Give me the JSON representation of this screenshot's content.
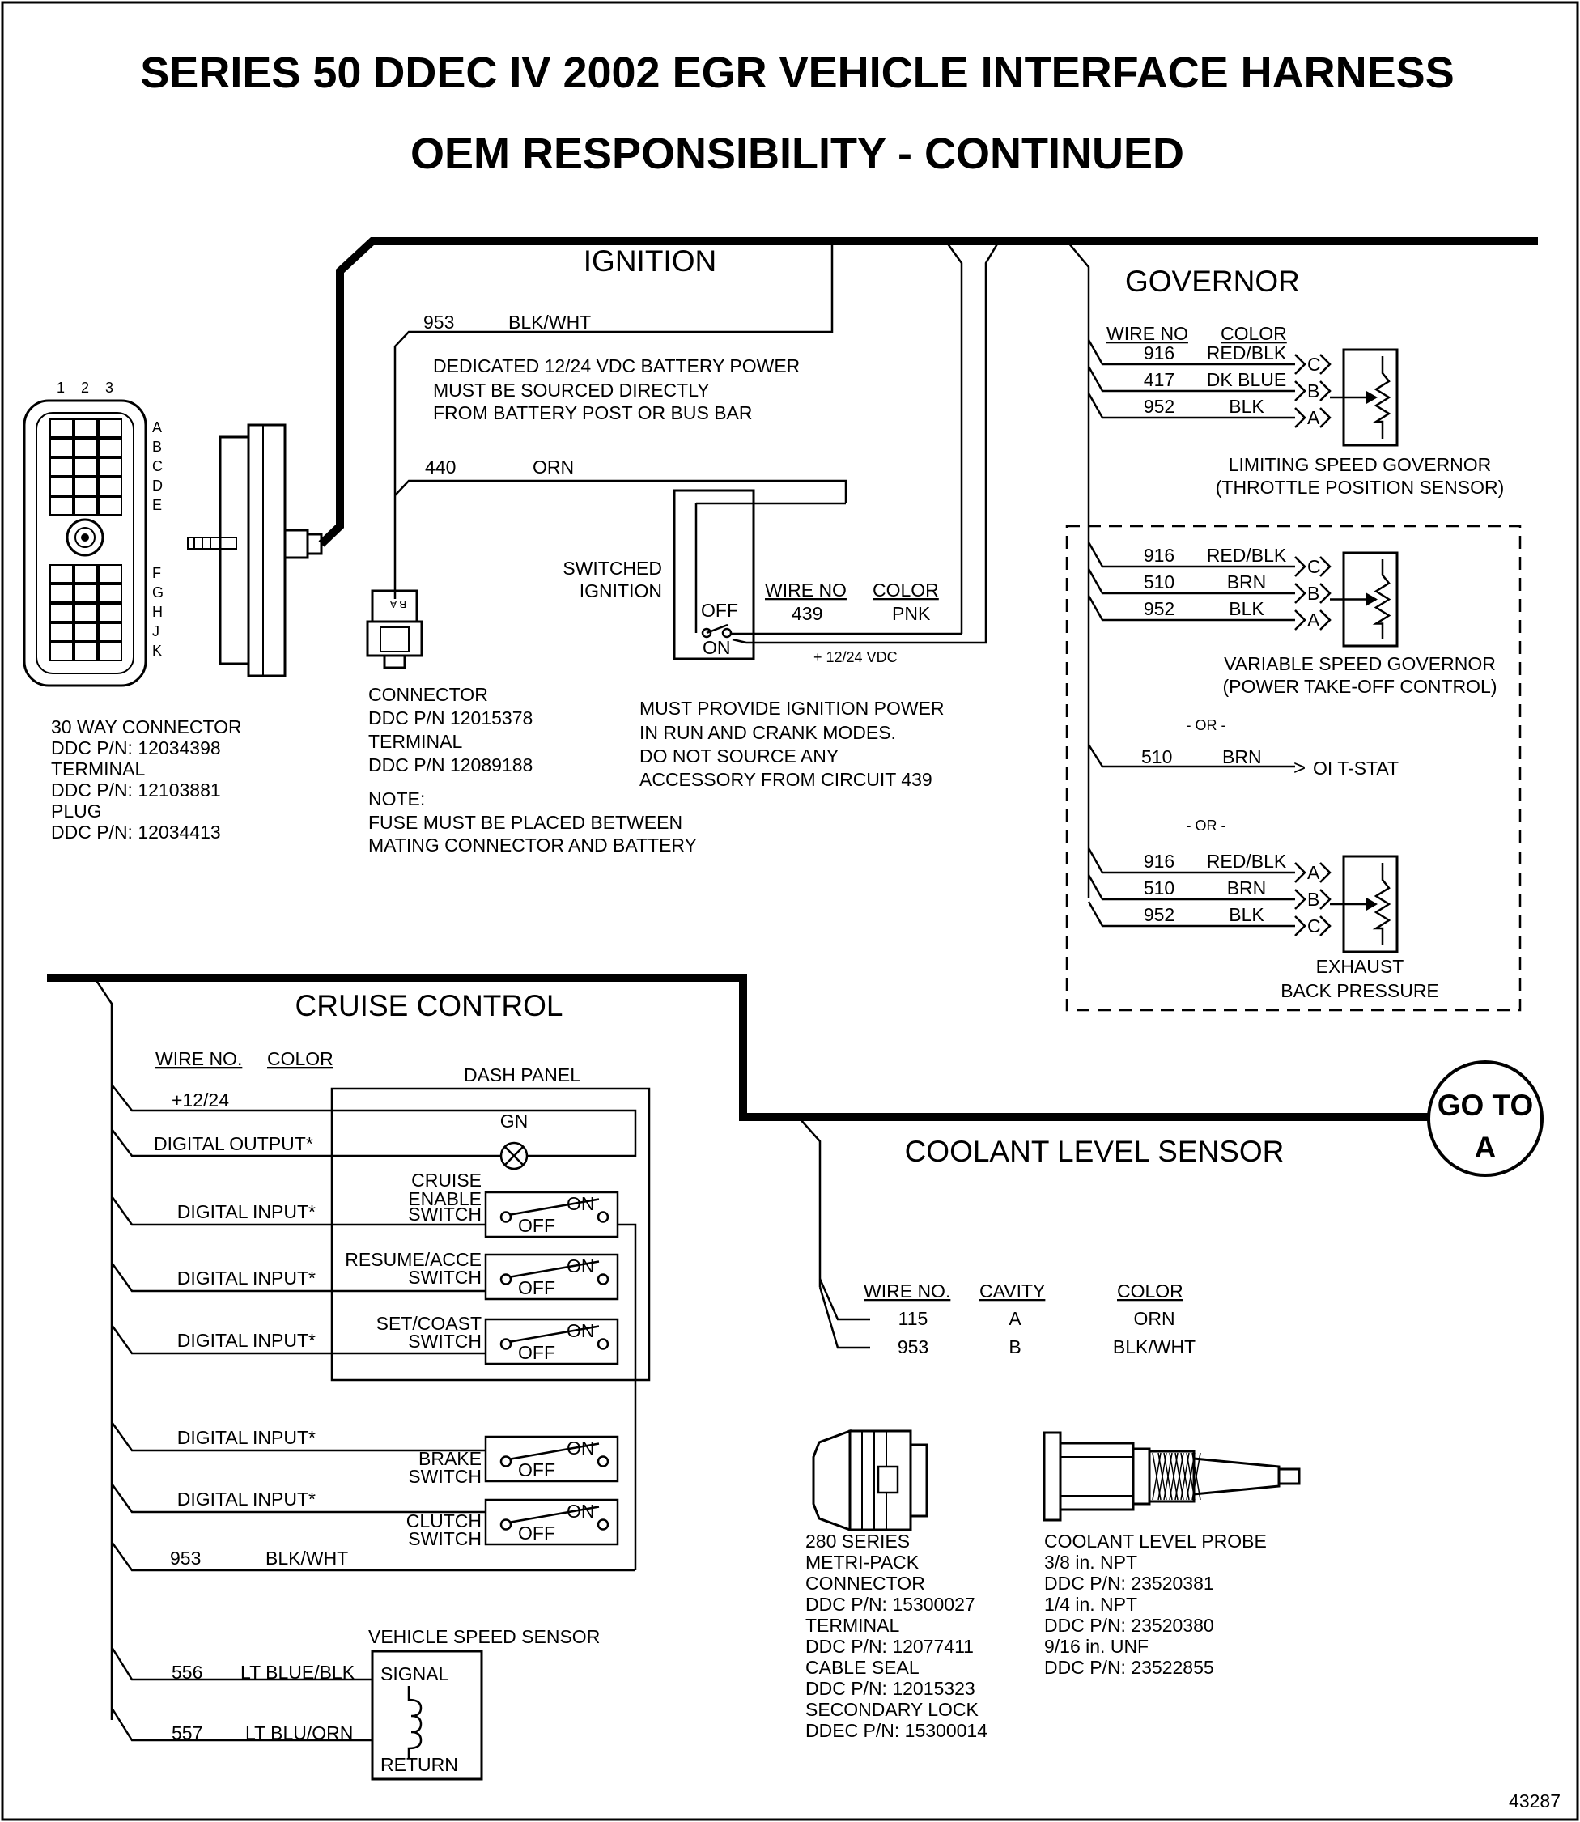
{
  "title": {
    "line1": "SERIES 50 DDEC IV 2002 EGR VEHICLE INTERFACE HARNESS",
    "line2": "OEM RESPONSIBILITY - CONTINUED"
  },
  "figure_number": "43287",
  "connector30": {
    "col_labels": [
      "1",
      "2",
      "3"
    ],
    "row_labels": [
      "A",
      "B",
      "C",
      "D",
      "E",
      "F",
      "G",
      "H",
      "J",
      "K"
    ],
    "notes": [
      "30 WAY CONNECTOR",
      "DDC P/N: 12034398",
      "TERMINAL",
      "DDC P/N: 12103881",
      "PLUG",
      "DDC P/N: 12034413"
    ]
  },
  "ignition": {
    "heading": "IGNITION",
    "wire953_no": "953",
    "wire953_color": "BLK/WHT",
    "battery_note": [
      "DEDICATED 12/24 VDC BATTERY POWER",
      "MUST BE SOURCED DIRECTLY",
      "FROM BATTERY POST OR BUS BAR"
    ],
    "wire440_no": "440",
    "wire440_color": "ORN",
    "switched_label": [
      "SWITCHED",
      "IGNITION"
    ],
    "switch_off": "OFF",
    "switch_on": "ON",
    "wire_no_header": "WIRE NO",
    "color_header": "COLOR",
    "wire439_no": "439",
    "wire439_color": "PNK",
    "vdc_label": "+ 12/24 VDC",
    "connector_pins": "B A",
    "connector_notes": [
      "CONNECTOR",
      "DDC P/N 12015378",
      "TERMINAL",
      "DDC P/N 12089188"
    ],
    "ignition_notes": [
      "MUST PROVIDE IGNITION POWER",
      "IN RUN AND CRANK MODES.",
      "DO NOT SOURCE ANY",
      "ACCESSORY FROM CIRCUIT 439"
    ],
    "fuse_note": [
      "NOTE:",
      "FUSE MUST BE PLACED BETWEEN",
      "MATING CONNECTOR AND BATTERY"
    ]
  },
  "governor": {
    "heading": "GOVERNOR",
    "wire_no_header": "WIRE NO",
    "color_header": "COLOR",
    "limiting": {
      "wires": [
        {
          "no": "916",
          "color": "RED/BLK",
          "pin": "C"
        },
        {
          "no": "417",
          "color": "DK BLUE",
          "pin": "B"
        },
        {
          "no": "952",
          "color": "BLK",
          "pin": "A"
        }
      ],
      "caption": [
        "LIMITING SPEED GOVERNOR",
        "(THROTTLE POSITION SENSOR)"
      ]
    },
    "variable": {
      "wires": [
        {
          "no": "916",
          "color": "RED/BLK",
          "pin": "C"
        },
        {
          "no": "510",
          "color": "BRN",
          "pin": "B"
        },
        {
          "no": "952",
          "color": "BLK",
          "pin": "A"
        }
      ],
      "caption": [
        "VARIABLE SPEED GOVERNOR",
        "(POWER TAKE-OFF CONTROL)"
      ]
    },
    "or1": "- OR -",
    "tstat": {
      "no": "510",
      "color": "BRN",
      "label": "OI T-STAT"
    },
    "or2": "- OR -",
    "exhaust": {
      "wires": [
        {
          "no": "916",
          "color": "RED/BLK",
          "pin": "A"
        },
        {
          "no": "510",
          "color": "BRN",
          "pin": "B"
        },
        {
          "no": "952",
          "color": "BLK",
          "pin": "C"
        }
      ],
      "caption": [
        "EXHAUST",
        "BACK PRESSURE"
      ]
    }
  },
  "cruise": {
    "heading": "CRUISE CONTROL",
    "wire_no_header": "WIRE NO.",
    "color_header": "COLOR",
    "dash_panel": "DASH PANEL",
    "power": "+12/24",
    "digital_output": "DIGITAL OUTPUT*",
    "lamp_label": "GN",
    "digital_input": "DIGITAL INPUT*",
    "switches": [
      {
        "name": [
          "CRUISE",
          "ENABLE",
          "SWITCH"
        ],
        "on": "ON",
        "off": "OFF"
      },
      {
        "name": [
          "RESUME/ACCE",
          "SWITCH"
        ],
        "on": "ON",
        "off": "OFF"
      },
      {
        "name": [
          "SET/COAST",
          "SWITCH"
        ],
        "on": "ON",
        "off": "OFF"
      },
      {
        "name": [
          "BRAKE",
          "SWITCH"
        ],
        "on": "ON",
        "off": "OFF"
      },
      {
        "name": [
          "CLUTCH",
          "SWITCH"
        ],
        "on": "ON",
        "off": "OFF"
      }
    ],
    "wire953": {
      "no": "953",
      "color": "BLK/WHT"
    },
    "vss": {
      "title": "VEHICLE SPEED SENSOR",
      "signal": "SIGNAL",
      "return": "RETURN",
      "w1_no": "556",
      "w1_color": "LT BLUE/BLK",
      "w2_no": "557",
      "w2_color": "LT BLU/ORN"
    }
  },
  "goto": {
    "line1": "GO TO",
    "line2": "A"
  },
  "coolant": {
    "heading": "COOLANT LEVEL SENSOR",
    "headers": [
      "WIRE NO.",
      "CAVITY",
      "COLOR"
    ],
    "rows": [
      {
        "no": "115",
        "cavity": "A",
        "color": "ORN"
      },
      {
        "no": "953",
        "cavity": "B",
        "color": "BLK/WHT"
      }
    ],
    "connector_notes": [
      "280 SERIES",
      "METRI-PACK",
      "CONNECTOR",
      "DDC P/N: 15300027",
      "TERMINAL",
      "DDC P/N: 12077411",
      "CABLE SEAL",
      "DDC P/N: 12015323",
      "SECONDARY LOCK",
      "DDEC P/N: 15300014"
    ],
    "probe_notes": [
      "COOLANT LEVEL PROBE",
      "3/8 in. NPT",
      "DDC P/N: 23520381",
      "1/4 in. NPT",
      "DDC P/N: 23520380",
      "9/16 in. UNF",
      "DDC P/N: 23522855"
    ]
  }
}
